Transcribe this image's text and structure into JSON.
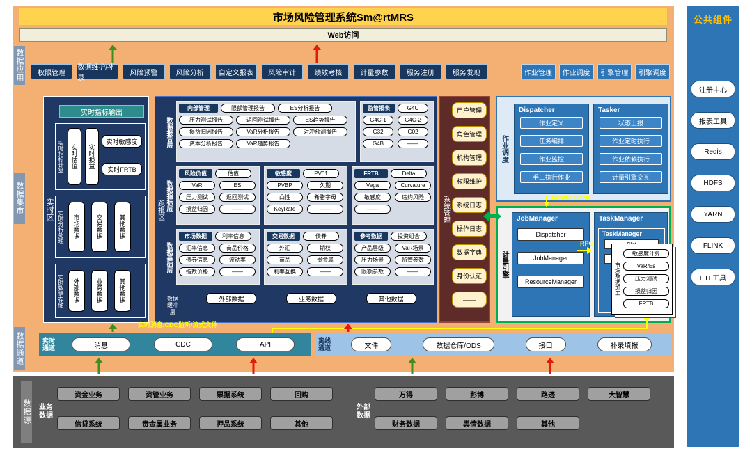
{
  "title": "市场风险管理系统Sm@rtMRS",
  "web_access": "Web访问",
  "rails": {
    "app": "数据应用",
    "mart": "数据集市",
    "channel": "数据通道",
    "source": "数据源"
  },
  "app_buttons": [
    "权限管理",
    "数据维护/补录",
    "风险预警",
    "风险分析",
    "自定义报表",
    "风险审计",
    "绩效考核",
    "计量参数",
    "服务注册",
    "服务发现"
  ],
  "job_buttons": [
    "作业管理",
    "作业调度",
    "引擎管理",
    "引擎调度"
  ],
  "realtime_zone": {
    "label": "实时区",
    "output_header": "实时指标输出",
    "calc": {
      "label": "实时指标计算",
      "vertical_items": [
        "实时估值",
        "实时损益"
      ],
      "horizontal_items": [
        "实时敏感度",
        "实时FRTB"
      ]
    },
    "analysis": {
      "label": "实时分析处理",
      "items": [
        "市场数据",
        "交易数据",
        "其他数据"
      ]
    },
    "storage": {
      "label": "实时数据存储",
      "items": [
        "外部数据",
        "业务数据",
        "其他数据"
      ]
    }
  },
  "batch_zone": {
    "label": "跑批区",
    "report_layer": {
      "label": "数据报告层",
      "internal": {
        "header": "内部管理",
        "row0": [
          "限额管理报告",
          "ES分析报告"
        ],
        "row1": [
          "压力测试报告",
          "返回测试报告",
          "ES趋势报告"
        ],
        "row2": [
          "损益归因报告",
          "VaR分析报告",
          "对冲预测报告"
        ],
        "row3": [
          "资本分析报告",
          "VaR趋势报告"
        ]
      },
      "regulatory": {
        "header": "监管报表",
        "head_item": "G4C",
        "items": [
          "G4C-1",
          "G4C-2",
          "G32",
          "G02",
          "G4B",
          "——"
        ]
      }
    },
    "indicator_layer": {
      "label": "数据指标层",
      "groups": [
        {
          "header": "风险价值",
          "head_item": "估值",
          "items": [
            "VaR",
            "ES",
            "压力测试",
            "返回测试",
            "损益归因",
            "——"
          ]
        },
        {
          "header": "敏感度",
          "head_item": "PV01",
          "items": [
            "PVBP",
            "久期",
            "凸性",
            "希腊字母",
            "KeyRate",
            "——"
          ]
        },
        {
          "header": "FRTB",
          "head_item": "Delta",
          "items": [
            "Vega",
            "Curvature",
            "敏感度",
            "违约风险",
            "——"
          ]
        }
      ]
    },
    "foundation_layer": {
      "label": "数据基础层",
      "groups": [
        {
          "header": "市场数据",
          "head_item": "利率信息",
          "items": [
            "汇率信息",
            "商品价格",
            "债券信息",
            "波动率",
            "指数价格",
            "——"
          ]
        },
        {
          "header": "交易数据",
          "head_item": "债券",
          "items": [
            "外汇",
            "期权",
            "商品",
            "贵金属",
            "利率互换",
            "——"
          ]
        },
        {
          "header": "参考数据",
          "head_item": "投资组合",
          "items": [
            "产品层级",
            "VaR场景",
            "压力场景",
            "监管参数",
            "限额参数",
            "——"
          ]
        }
      ]
    },
    "buffer_layer": {
      "label": "数据缓冲层",
      "items": [
        "外部数据",
        "业务数据",
        "其他数据"
      ]
    }
  },
  "system_mgmt": {
    "label": "系统管理",
    "items": [
      "用户管理",
      "角色管理",
      "机构管理",
      "权限维护",
      "系统日志",
      "操作日志",
      "数据字典",
      "身份认证",
      "——"
    ]
  },
  "job_scheduling": {
    "label": "作业调度",
    "dispatcher": {
      "title": "Dispatcher",
      "items": [
        "作业定义",
        "任务编排",
        "作业监控",
        "手工执行作业"
      ]
    },
    "tasker": {
      "title": "Tasker",
      "items": [
        "状态上报",
        "作业定时执行",
        "作业依赖执行",
        "计量引擎交互"
      ]
    },
    "restful_label": "Restful/Shell"
  },
  "compute_engine": {
    "label": "计量引擎",
    "jobmanager": {
      "title": "JobManager",
      "items": [
        "Dispatcher",
        "JobManager",
        "ResourceManager"
      ]
    },
    "taskmanager": {
      "title": "TaskManager",
      "inner_title": "TaskManager",
      "slots": [
        "Slot",
        "Slot"
      ]
    },
    "rpc_label": "RPC",
    "card": {
      "label": "市场数据加工",
      "items": [
        "敏感度计算",
        "VaR/Es",
        "压力测试",
        "损益归因",
        "FRTB"
      ]
    }
  },
  "channels": {
    "realtime": {
      "label": "实时通道",
      "items": [
        "消息",
        "CDC",
        "API"
      ]
    },
    "offline": {
      "label": "离线通道",
      "items": [
        "文件",
        "数据仓库/ODS",
        "接口",
        "补录填报"
      ]
    },
    "annotation": "实时消息/CDC监听/流式文件"
  },
  "datasource": {
    "business": {
      "label": "业务数据",
      "row1": [
        "资金业务",
        "资管业务",
        "票据系统",
        "回购"
      ],
      "row2": [
        "信贷系统",
        "贵金属业务",
        "押品系统",
        "其他"
      ]
    },
    "external": {
      "label": "外部数据",
      "row1": [
        "万得",
        "彭博",
        "路透",
        "大智慧"
      ],
      "row2": [
        "财务数据",
        "舆情数据",
        "其他"
      ]
    }
  },
  "common_components": {
    "title": "公共组件",
    "items": [
      "注册中心",
      "报表工具",
      "Redis",
      "HDFS",
      "YARN",
      "FLINK",
      "ETL工具"
    ]
  },
  "colors": {
    "orange": "#F4AF72",
    "yellow": "#FFD34D",
    "navy": "#17375E",
    "panelnavy": "#1F3864",
    "blue": "#2E75B6",
    "teal": "#31859C",
    "lblue": "#9DC3E6",
    "green": "#00B050",
    "red": "#E31B0C",
    "cream": "#FFF2CC",
    "gray_dark": "#595959",
    "line_yellow": "#FFFF00"
  }
}
